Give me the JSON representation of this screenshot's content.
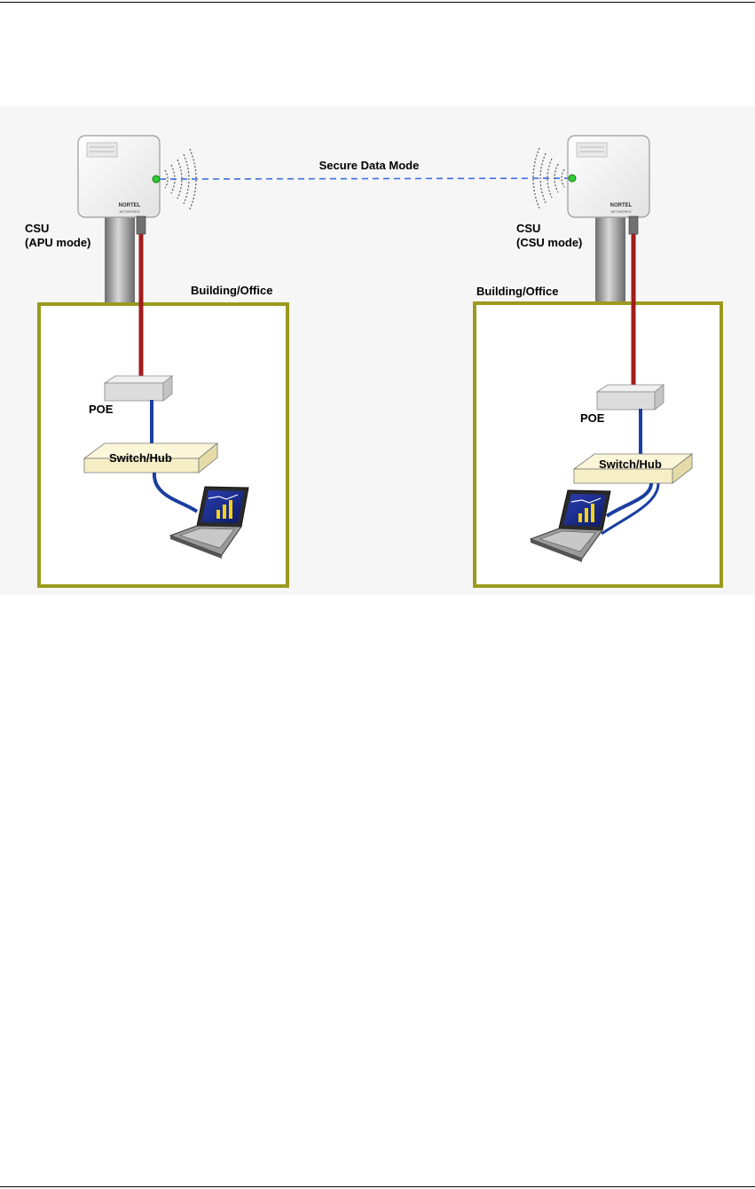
{
  "diagram": {
    "link_label": "Secure Data Mode",
    "left_site": {
      "unit_label_line1": "CSU",
      "unit_label_line2": "(APU mode)",
      "building_label": "Building/Office",
      "poe_label": "POE",
      "switch_label": "Switch/Hub",
      "brand_line1": "NORTEL",
      "brand_line2": "NETWORKS"
    },
    "right_site": {
      "unit_label_line1": "CSU",
      "unit_label_line2": "(CSU mode)",
      "building_label": "Building/Office",
      "poe_label": "POE",
      "switch_label": "Switch/Hub",
      "brand_line1": "NORTEL",
      "brand_line2": "NETWORKS"
    },
    "colors": {
      "building_border": "#9a9a1e",
      "poe_cable": "#a31b1b",
      "lan_cable": "#1a3fa0",
      "wireless_link": "#3b6fe0",
      "switch_fill": "#f6efc6",
      "pole": "#9c9c9c"
    }
  }
}
